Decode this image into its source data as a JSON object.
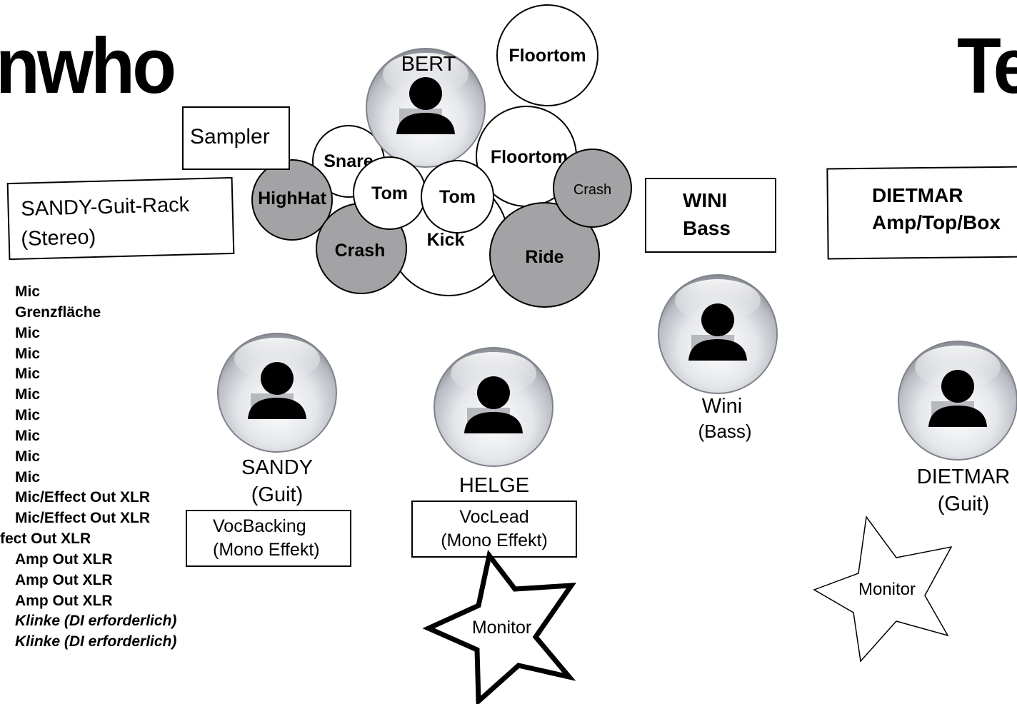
{
  "titles": {
    "left": "nwho",
    "right": "Te"
  },
  "boxes": {
    "sampler": "Sampler",
    "sandy_rack_line1": "SANDY-Guit-Rack",
    "sandy_rack_line2": "(Stereo)",
    "wini_line1": "WINI",
    "wini_line2": "Bass",
    "dietmar_line1": "DIETMAR",
    "dietmar_line2": "Amp/Top/Box",
    "vocbacking_line1": "VocBacking",
    "vocbacking_line2": "(Mono Effekt)",
    "voclead_line1": "VocLead",
    "voclead_line2": "(Mono Effekt)"
  },
  "drums": {
    "floortom_top": "Floortom",
    "floortom_mid": "Floortom",
    "snare": "Snare",
    "highhat": "HighHat",
    "tom1": "Tom",
    "tom2": "Tom",
    "kick": "Kick",
    "crash_left": "Crash",
    "crash_right": "Crash",
    "ride": "Ride"
  },
  "persons": {
    "bert": "BERT",
    "sandy_name": "SANDY",
    "sandy_role": "(Guit)",
    "helge_name": "HELGE",
    "wini_name": "Wini",
    "wini_role": "(Bass)",
    "dietmar_name": "DIETMAR",
    "dietmar_role": "(Guit)"
  },
  "monitors": {
    "center": "Monitor",
    "right": "Monitor"
  },
  "input_list": [
    "Mic",
    "Grenzfläche",
    "Mic",
    "Mic",
    "Mic",
    "Mic",
    "Mic",
    "Mic",
    "Mic",
    "Mic",
    "Mic/Effect Out XLR",
    "Mic/Effect Out XLR",
    "fect Out XLR",
    "Amp Out XLR",
    "Amp Out XLR",
    "Amp Out XLR",
    "Klinke (DI erforderlich)",
    "Klinke (DI erforderlich)"
  ],
  "colors": {
    "cymbal_grey": "#a3a3a6",
    "avatar_rim": "#c9ccd2",
    "outline": "#000000"
  }
}
